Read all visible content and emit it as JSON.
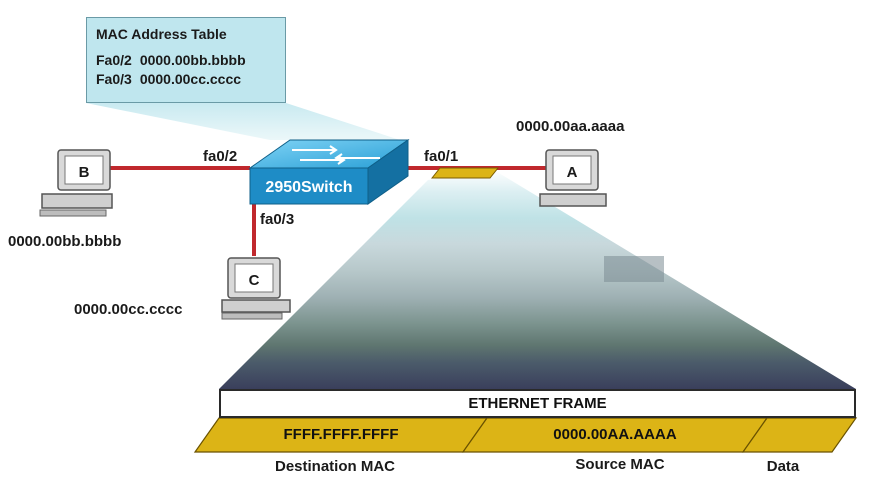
{
  "mac_table": {
    "title": "MAC Address Table",
    "entries": [
      {
        "port": "Fa0/2",
        "mac": "0000.00bb.bbbb"
      },
      {
        "port": "Fa0/3",
        "mac": "0000.00cc.cccc"
      }
    ]
  },
  "switch": {
    "label": "2950Switch"
  },
  "ports": {
    "fa0_1": "fa0/1",
    "fa0_2": "fa0/2",
    "fa0_3": "fa0/3"
  },
  "hosts": {
    "a": {
      "letter": "A",
      "mac": "0000.00aa.aaaa"
    },
    "b": {
      "letter": "B",
      "mac": "0000.00bb.bbbb"
    },
    "c": {
      "letter": "C",
      "mac": "0000.00cc.cccc"
    }
  },
  "frame": {
    "title": "ETHERNET FRAME",
    "destination_value": "FFFF.FFFF.FFFF",
    "source_value": "0000.00AA.AAAA",
    "destination_label": "Destination MAC",
    "source_label": "Source MAC",
    "data_label": "Data"
  },
  "colors": {
    "link": "#c0282d",
    "table_fill": "#bfe6ee",
    "switch": "#2a9fd6",
    "frame_field": "#dcb416"
  }
}
